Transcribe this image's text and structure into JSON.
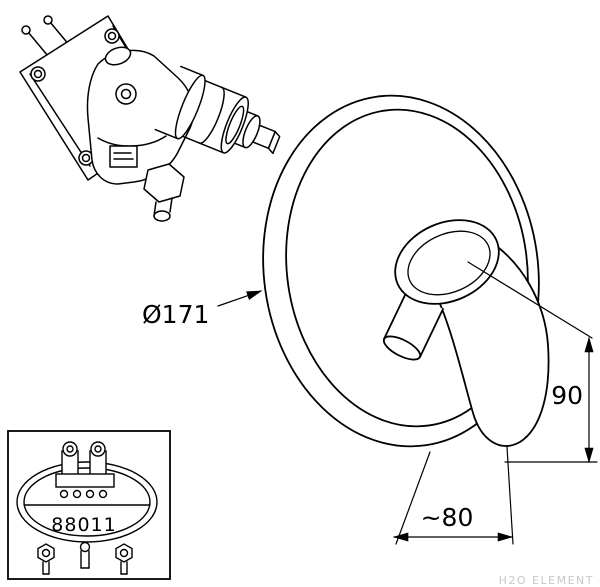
{
  "diagram": {
    "dimension_labels": {
      "plate_diameter": "Ø171",
      "handle_height": "90",
      "handle_projection": "~80"
    },
    "inset": {
      "part_number": "88011"
    },
    "watermark_text": "H2O ELEMENT",
    "colors": {
      "line": "#000000",
      "background": "#ffffff",
      "watermark": "#c8c8c8"
    }
  }
}
